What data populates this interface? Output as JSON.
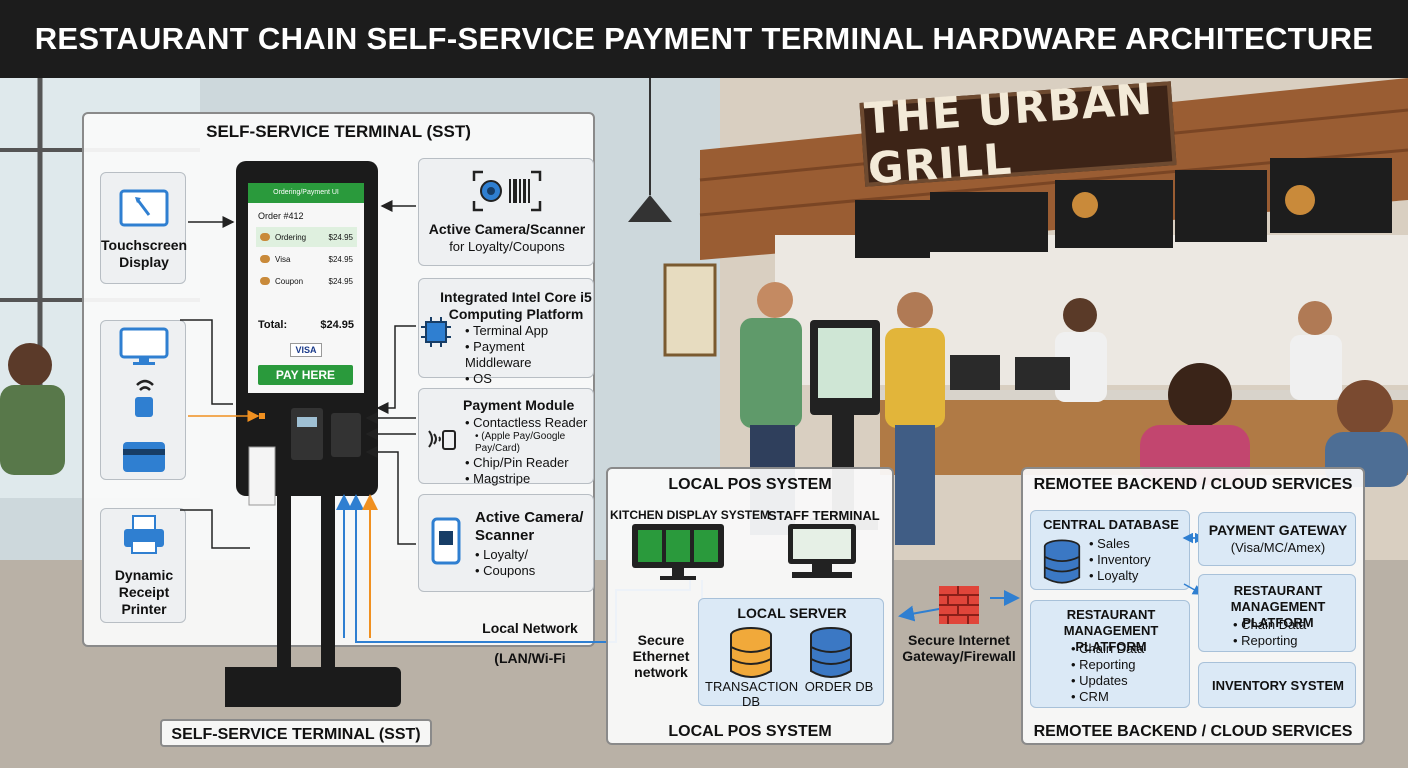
{
  "title": "RESTAURANT CHAIN SELF-SERVICE PAYMENT TERMINAL HARDWARE ARCHITECTURE",
  "brand_sign": "THE URBAN GRILL",
  "colors": {
    "title_bar": "#1c1c1c",
    "pay_green": "#2a9a3c",
    "accent_blue": "#2f7fd1",
    "accent_orange": "#f09020",
    "db_blue": "#3b78c4",
    "db_orange": "#f1a93a"
  },
  "sst": {
    "heading": "SELF-SERVICE TERMINAL (SST)",
    "footer": "SELF-SERVICE TERMINAL (SST)",
    "touchscreen": "Touchscreen Display",
    "printer": "Dynamic Receipt Printer",
    "screen": {
      "header": "Ordering/Payment UI",
      "order": "Order #412",
      "rows": [
        {
          "label": "Ordering",
          "price": "$24.95"
        },
        {
          "label": "Visa",
          "price": "$24.95"
        },
        {
          "label": "Coupon",
          "price": "$24.95"
        }
      ],
      "total_label": "Total:",
      "total_value": "$24.95",
      "card": "VISA",
      "pay_button": "PAY HERE"
    },
    "camera_top": {
      "title": "Active Camera/Scanner",
      "sub": "for Loyalty/Coupons"
    },
    "computing": {
      "title": "Integrated Intel Core i5 Computing Platform",
      "items": [
        "Terminal App",
        "Payment Middleware",
        "OS"
      ]
    },
    "payment": {
      "title": "Payment Module",
      "items": [
        "Contactless Reader",
        "Chip/Pin Reader",
        "Magstripe"
      ],
      "contactless_note": "(Apple Pay/Google Pay/Card)"
    },
    "camera_bottom": {
      "title": "Active Camera/ Scanner",
      "items": [
        "Loyalty/",
        "Coupons"
      ]
    }
  },
  "network": {
    "local": "Local Network",
    "lan": "(LAN/Wi-Fi",
    "ethernet": "Secure Ethernet network",
    "gateway": "Secure Internet Gateway/Firewall"
  },
  "pos": {
    "heading": "LOCAL POS SYSTEM",
    "footer": "LOCAL POS SYSTEM",
    "kitchen": "KITCHEN DISPLAY SYSTEM",
    "staff": "STAFF TERMINAL",
    "server": "LOCAL SERVER",
    "tx_db": "TRANSACTION DB",
    "order_db": "ORDER DB"
  },
  "cloud": {
    "heading": "REMOTEE BACKEND / CLOUD SERVICES",
    "footer": "REMOTEE BACKEND / CLOUD SERVICES",
    "central_db": {
      "title": "CENTRAL DATABASE",
      "items": [
        "Sales",
        "Inventory",
        "Loyalty"
      ]
    },
    "payment_gateway": {
      "title": "PAYMENT GATEWAY",
      "sub": "(Visa/MC/Amex)"
    },
    "rmp_right": {
      "title": "RESTAURANT MANAGEMENT PLATFORM",
      "items": [
        "Chain Data",
        "Reporting"
      ]
    },
    "rmp_left": {
      "title": "RESTAURANT MANAGEMENT PLATFORM",
      "items": [
        "Chain Data",
        "Reporting",
        "Updates",
        "CRM"
      ]
    },
    "inventory": "INVENTORY SYSTEM"
  }
}
